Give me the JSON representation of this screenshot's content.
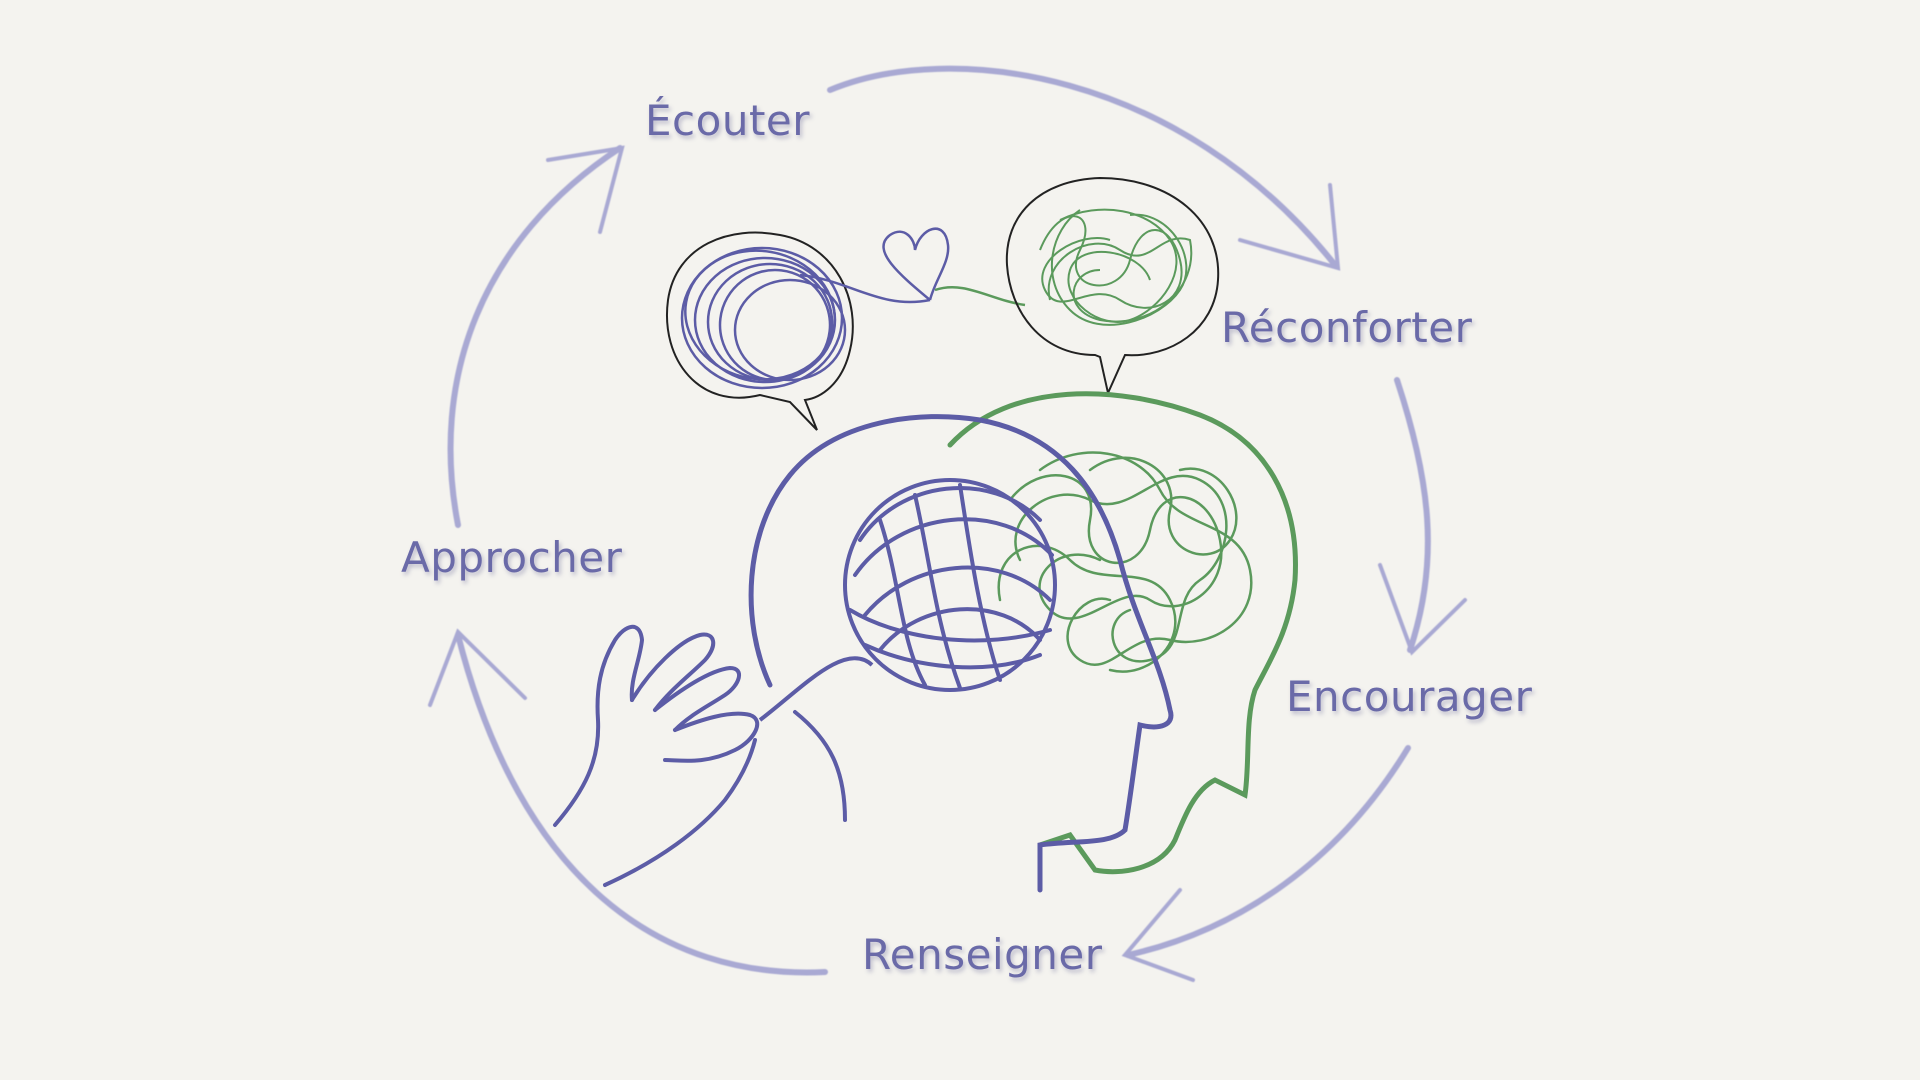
{
  "steps": [
    {
      "id": "ecouter",
      "label": "Écouter"
    },
    {
      "id": "reconforter",
      "label": "Réconforter"
    },
    {
      "id": "encourager",
      "label": "Encourager"
    },
    {
      "id": "renseigner",
      "label": "Renseigner"
    },
    {
      "id": "approcher",
      "label": "Approcher"
    }
  ],
  "colors": {
    "background": "#f4f3ef",
    "cycle_arrows": "#a9a9d3",
    "label_text": "#6a6aa8",
    "blue_figure": "#5c5ca6",
    "green_figure": "#5b9a5c",
    "bubble_outline": "#222222"
  },
  "icons": [
    "cycle-arrow",
    "speech-bubble",
    "heart",
    "yarn-ball",
    "tangled-thread",
    "hand",
    "head-profile"
  ]
}
